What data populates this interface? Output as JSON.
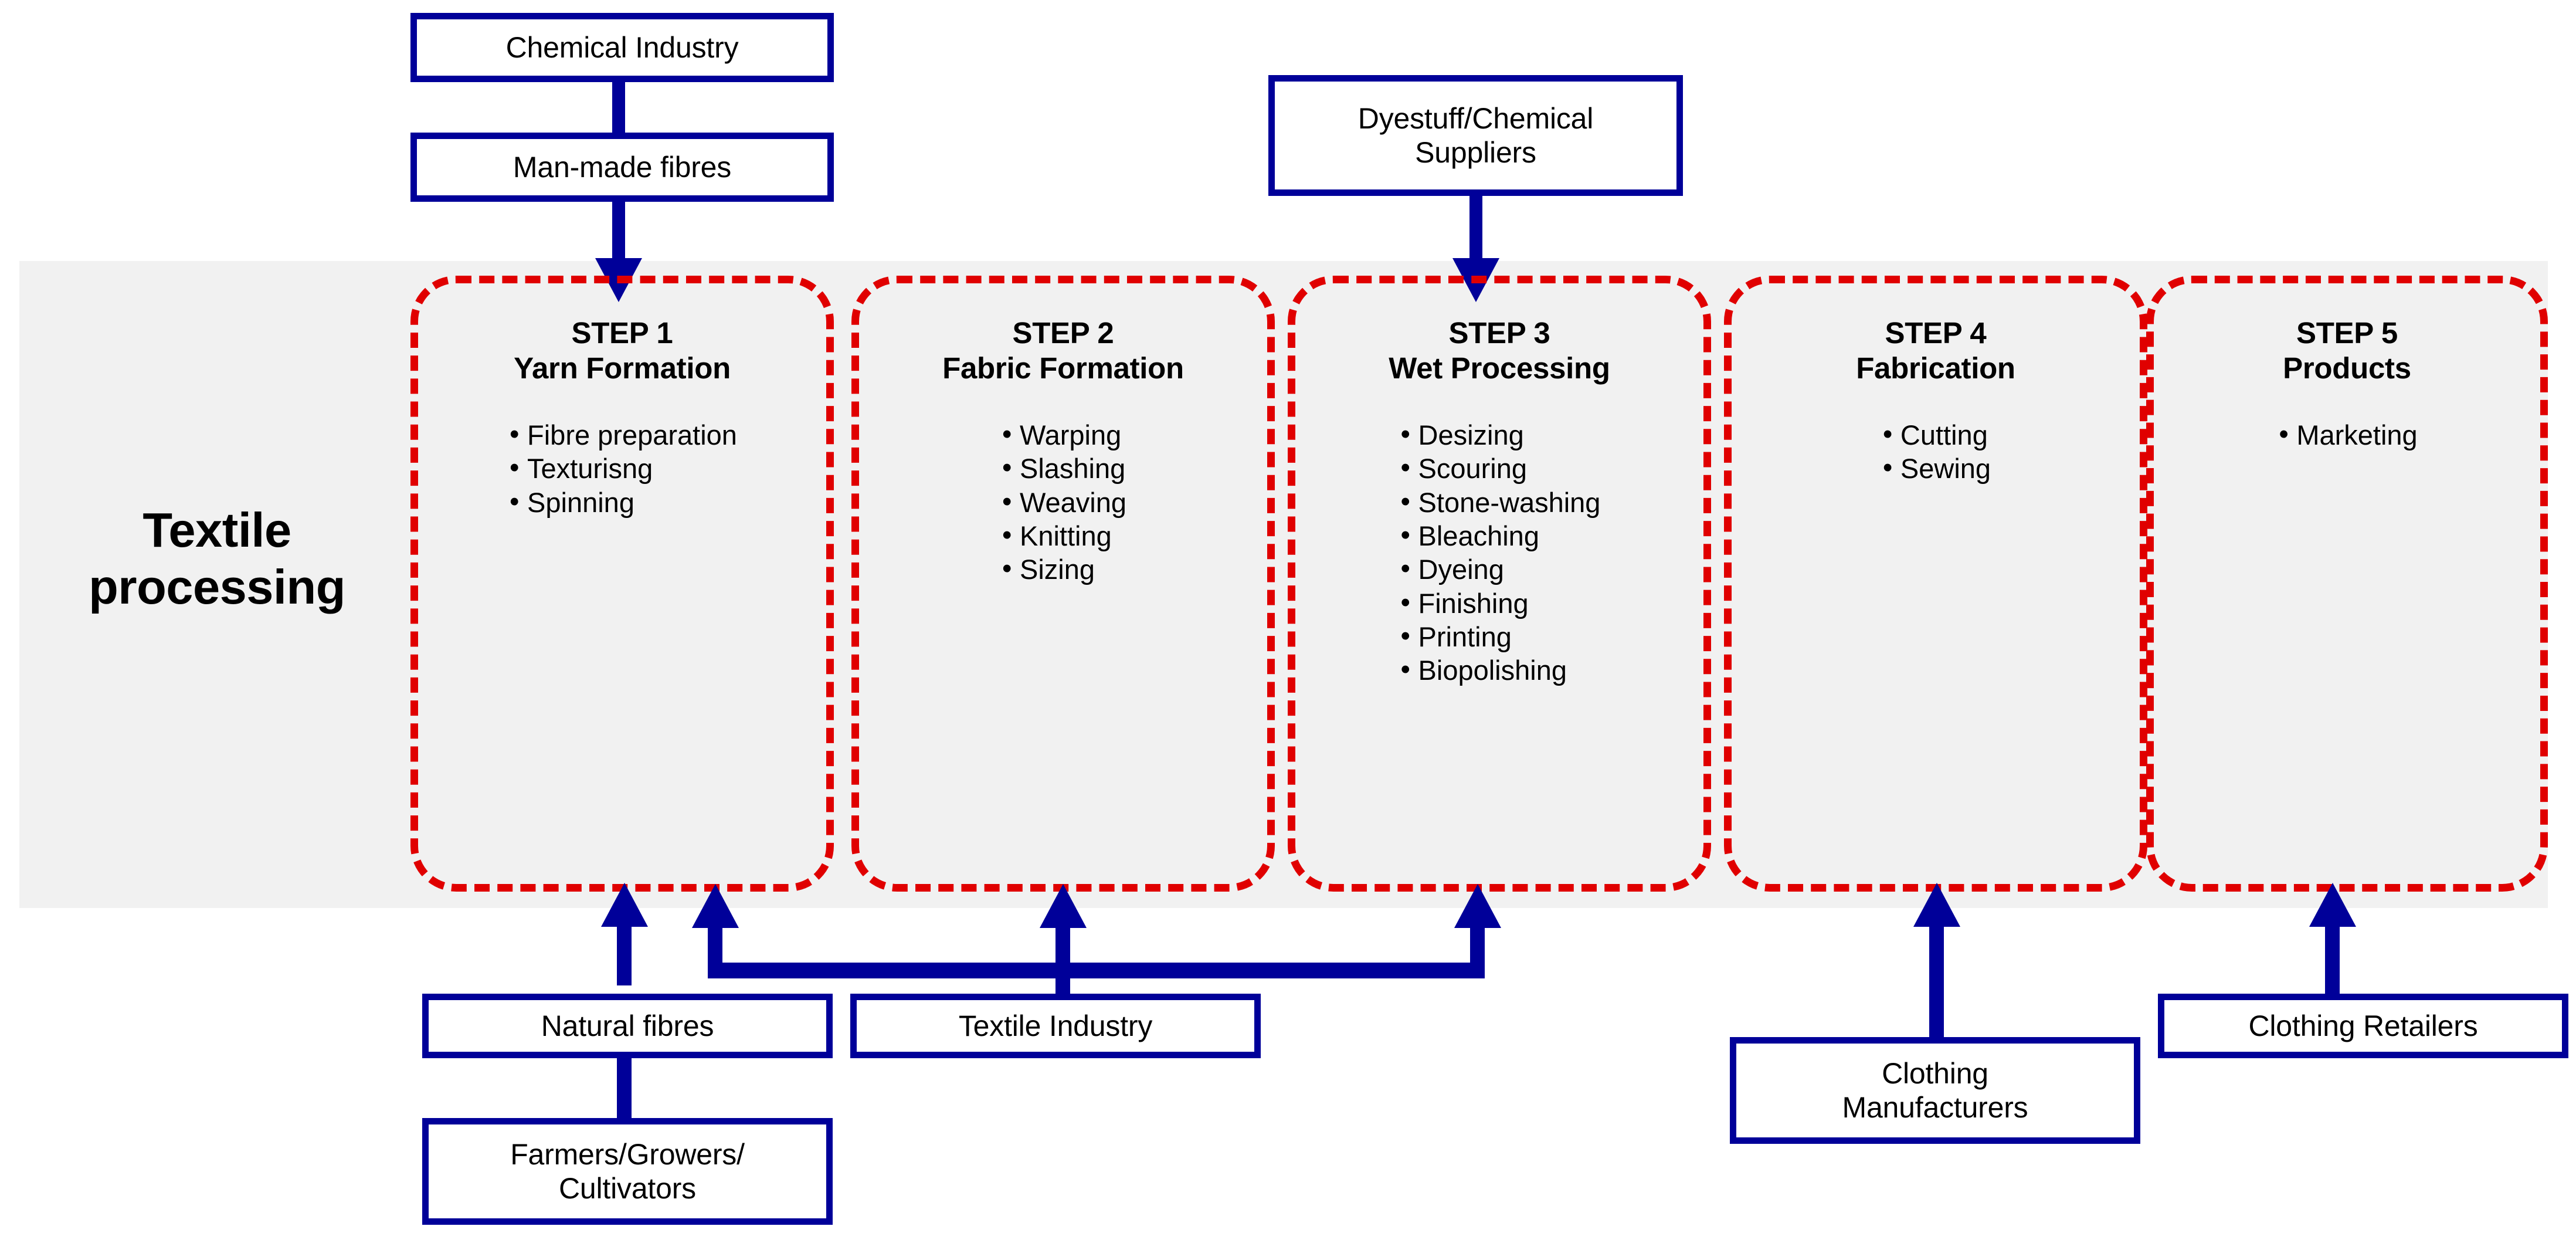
{
  "diagram": {
    "title": "Textile processing supply chain flow",
    "band_label": "Textile\nprocessing",
    "band_label_line1": "Textile",
    "band_label_line2": "processing"
  },
  "colors": {
    "navy": "#000099",
    "red_dashed": "#E00000",
    "band_gray": "#F1F1F1",
    "box_fill": "#FFFFFF",
    "text": "#000000"
  },
  "top_boxes": [
    {
      "id": "chemical-industry",
      "label": "Chemical Industry"
    },
    {
      "id": "man-made-fibres",
      "label": "Man-made fibres"
    },
    {
      "id": "dyestuff-chemical-suppliers",
      "label": "Dyestuff/Chemical\nSuppliers",
      "line1": "Dyestuff/Chemical",
      "line2": "Suppliers"
    }
  ],
  "bottom_boxes": [
    {
      "id": "natural-fibres",
      "label": "Natural fibres"
    },
    {
      "id": "textile-industry",
      "label": "Textile Industry"
    },
    {
      "id": "farmers-growers-cultivators",
      "label": "Farmers/Growers/\nCultivators",
      "line1": "Farmers/Growers/",
      "line2": "Cultivators"
    },
    {
      "id": "clothing-manufacturers",
      "label": "Clothing\nManufacturers",
      "line1": "Clothing",
      "line2": "Manufacturers"
    },
    {
      "id": "clothing-retailers",
      "label": "Clothing Retailers"
    }
  ],
  "steps": [
    {
      "id": "step-1",
      "number": "STEP 1",
      "name": "Yarn Formation",
      "items": [
        "Fibre preparation",
        "Texturisng",
        "Spinning"
      ]
    },
    {
      "id": "step-2",
      "number": "STEP 2",
      "name": "Fabric Formation",
      "items": [
        "Warping",
        "Slashing",
        "Weaving",
        "Knitting",
        "Sizing"
      ]
    },
    {
      "id": "step-3",
      "number": "STEP 3",
      "name": "Wet Processing",
      "items": [
        "Desizing",
        "Scouring",
        "Stone-washing",
        "Bleaching",
        "Dyeing",
        "Finishing",
        "Printing",
        "Biopolishing"
      ]
    },
    {
      "id": "step-4",
      "number": "STEP 4",
      "name": "Fabrication",
      "items": [
        "Cutting",
        "Sewing"
      ]
    },
    {
      "id": "step-5",
      "number": "STEP 5",
      "name": "Products",
      "items": [
        "Marketing"
      ]
    }
  ],
  "connections": [
    {
      "from": "chemical-industry",
      "to": "man-made-fibres",
      "type": "line"
    },
    {
      "from": "man-made-fibres",
      "to": "step-1",
      "type": "arrow-down"
    },
    {
      "from": "dyestuff-chemical-suppliers",
      "to": "step-3",
      "type": "arrow-down"
    },
    {
      "from": "farmers-growers-cultivators",
      "to": "natural-fibres",
      "type": "line"
    },
    {
      "from": "natural-fibres",
      "to": "step-1",
      "type": "arrow-up"
    },
    {
      "from": "textile-industry",
      "to": "step-1",
      "type": "arrow-up"
    },
    {
      "from": "textile-industry",
      "to": "step-2",
      "type": "arrow-up"
    },
    {
      "from": "textile-industry",
      "to": "step-3",
      "type": "arrow-up"
    },
    {
      "from": "clothing-manufacturers",
      "to": "step-4",
      "type": "arrow-up"
    },
    {
      "from": "clothing-retailers",
      "to": "step-5",
      "type": "arrow-up"
    }
  ]
}
